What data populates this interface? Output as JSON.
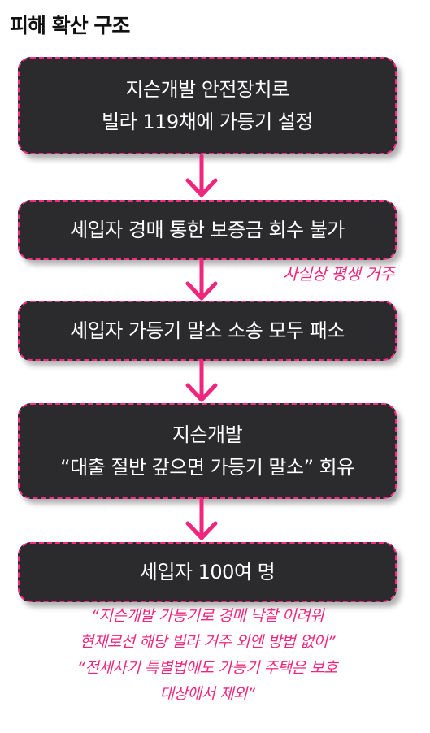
{
  "title": "피해 확산 구조",
  "steps": [
    {
      "lines": [
        "지슨개발 안전장치로",
        "빌라 119채에 가등기 설정"
      ]
    },
    {
      "lines": [
        "세입자 경매 통한 보증금 회수 불가"
      ]
    },
    {
      "lines": [
        "세입자 가등기 말소 소송 모두 패소"
      ]
    },
    {
      "lines": [
        "지슨개발",
        "“대출 절반 갚으면 가등기 말소” 회유"
      ]
    },
    {
      "lines": [
        "세입자 100여 명"
      ]
    }
  ],
  "note": "사실상 평생 거주",
  "quotes": [
    "“지슨개발 가등기로 경매 낙찰 어려워",
    "현재로선 해당 빌라 거주 외엔 방법 없어”",
    "“전세사기 특별법에도 가등기 주택은 보호",
    "대상에서 제외”"
  ],
  "colors": {
    "accent": "#f0267d",
    "box": "#2b2a2c",
    "box_text": "#ffffff"
  }
}
